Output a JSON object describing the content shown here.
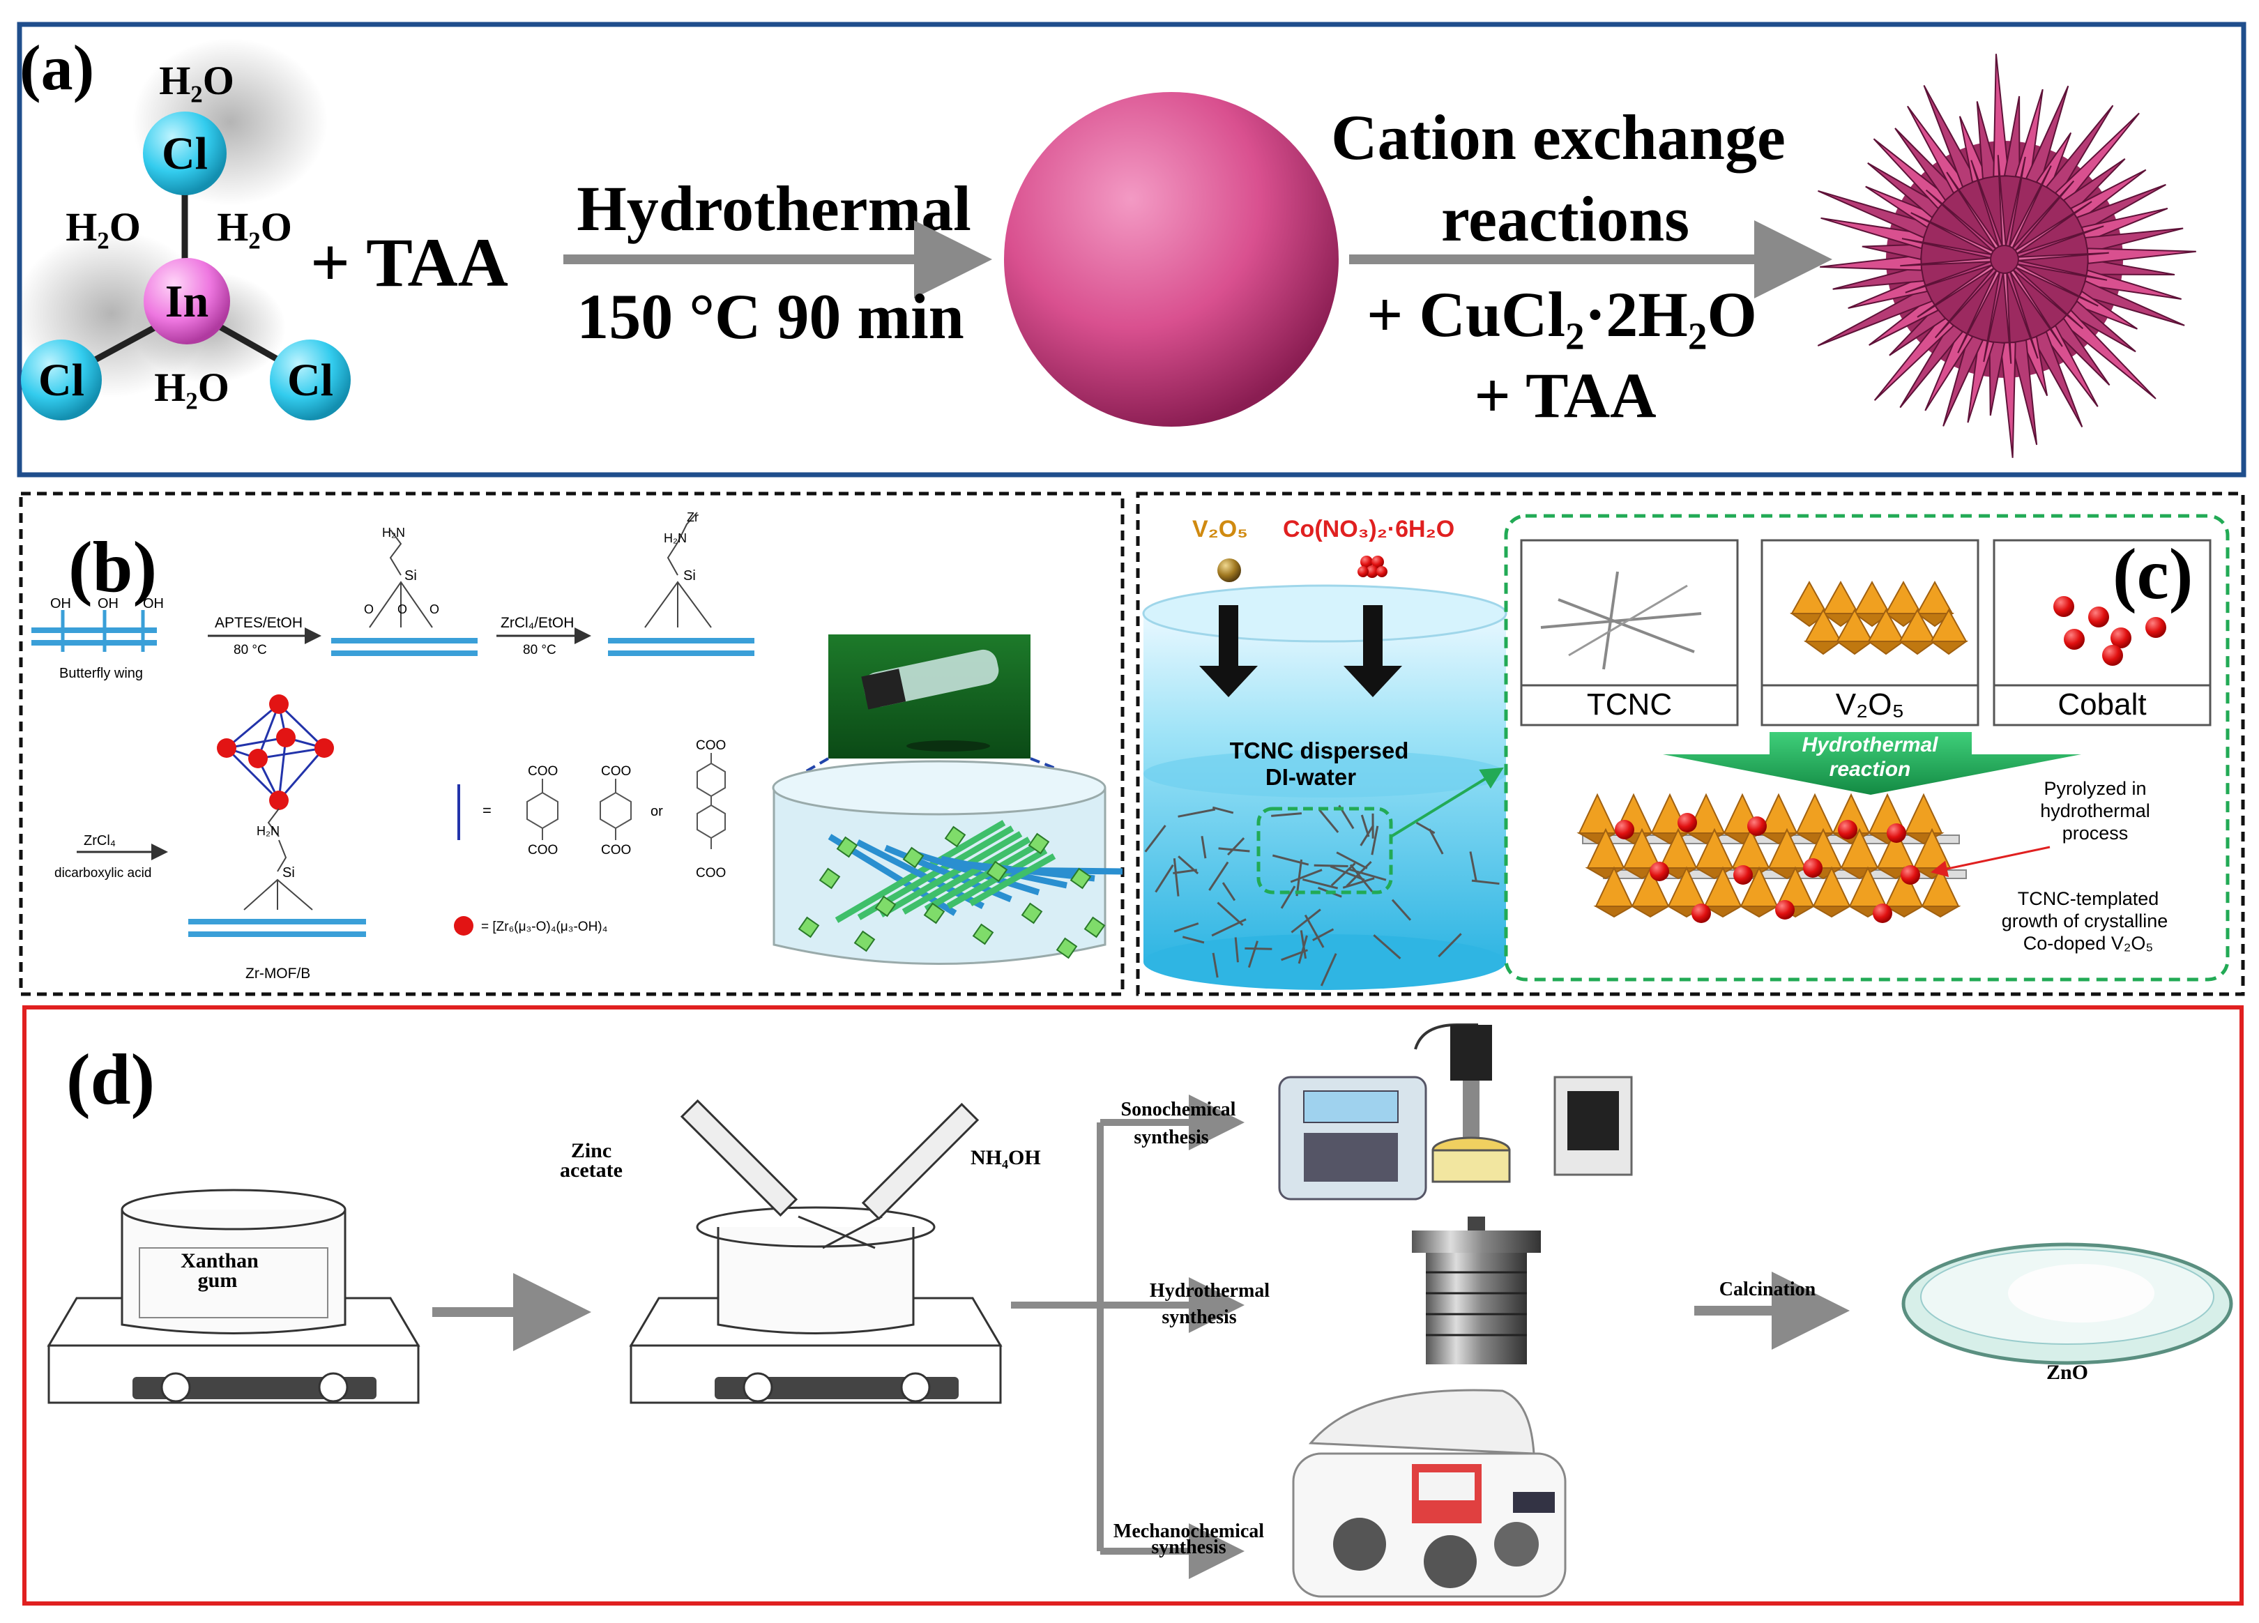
{
  "panel_a": {
    "label": "(a)",
    "water": "H₂O",
    "cl": "Cl",
    "in": "In",
    "plus_taa": "+ TAA",
    "step1_top": "Hydrothermal",
    "step1_bottom": "150 °C 90 min",
    "step2_line1": "Cation exchange",
    "step2_line2": "reactions",
    "step2_line3": "+ CuCl₂·2H₂O",
    "step2_line4": "+ TAA"
  },
  "panel_b": {
    "label": "(b)",
    "reagent1": "APTES/EtOH",
    "temp1": "80 °C",
    "reagent2": "ZrCl₄/EtOH",
    "temp2": "80 °C",
    "oh": "OH",
    "butterfly": "Butterfly wing",
    "h2n": "H₂N",
    "si": "Si",
    "o": "O",
    "zr": "Zr",
    "zrcl4": "ZrCl₄",
    "dicarboxylic": "dicarboxylic acid",
    "zrmof": "Zr-MOF/B",
    "coo": "COO",
    "equals": "=",
    "or": "or",
    "cluster": "= [Zr₆(μ₃-O)₄(μ₃-OH)₄"
  },
  "panel_c": {
    "label": "(c)",
    "v2o5_reagent": "V₂O₅",
    "co_reagent": "Co(NO₃)₂·6H₂O",
    "dispersed1": "TCNC dispersed",
    "dispersed2": "DI-water",
    "box1": "TCNC",
    "box2": "V₂O₅",
    "box3": "Cobalt",
    "hydro1": "Hydrothermal",
    "hydro2": "reaction",
    "pyro1": "Pyrolyzed in",
    "pyro2": "hydrothermal",
    "pyro3": "process",
    "tcnc1": "TCNC-templated",
    "tcnc2": "growth of crystalline",
    "tcnc3": "Co-doped V₂O₅"
  },
  "panel_d": {
    "label": "(d)",
    "xanthan1": "Xanthan",
    "xanthan2": "gum",
    "zinc1": "Zinc",
    "zinc2": "acetate",
    "nh4oh": "NH₄OH",
    "sono1": "Sonochemical",
    "sono2": "synthesis",
    "hydro1": "Hydrothermal",
    "hydro2": "synthesis",
    "mech1": "Mechanochemical",
    "mech2": "synthesis",
    "calc": "Calcination",
    "zno": "ZnO"
  },
  "colors": {
    "panel_a_border": "#1f4e8c",
    "panel_d_border": "#e02020",
    "sphere": "#d9508f",
    "cl_atom": "#33ccee",
    "in_atom": "#ee77e0",
    "arrow": "#8a8a8a",
    "water_blue": "#40b8e0",
    "hydro_green": "#22aa55",
    "v2o5_orange": "#f0a020"
  }
}
